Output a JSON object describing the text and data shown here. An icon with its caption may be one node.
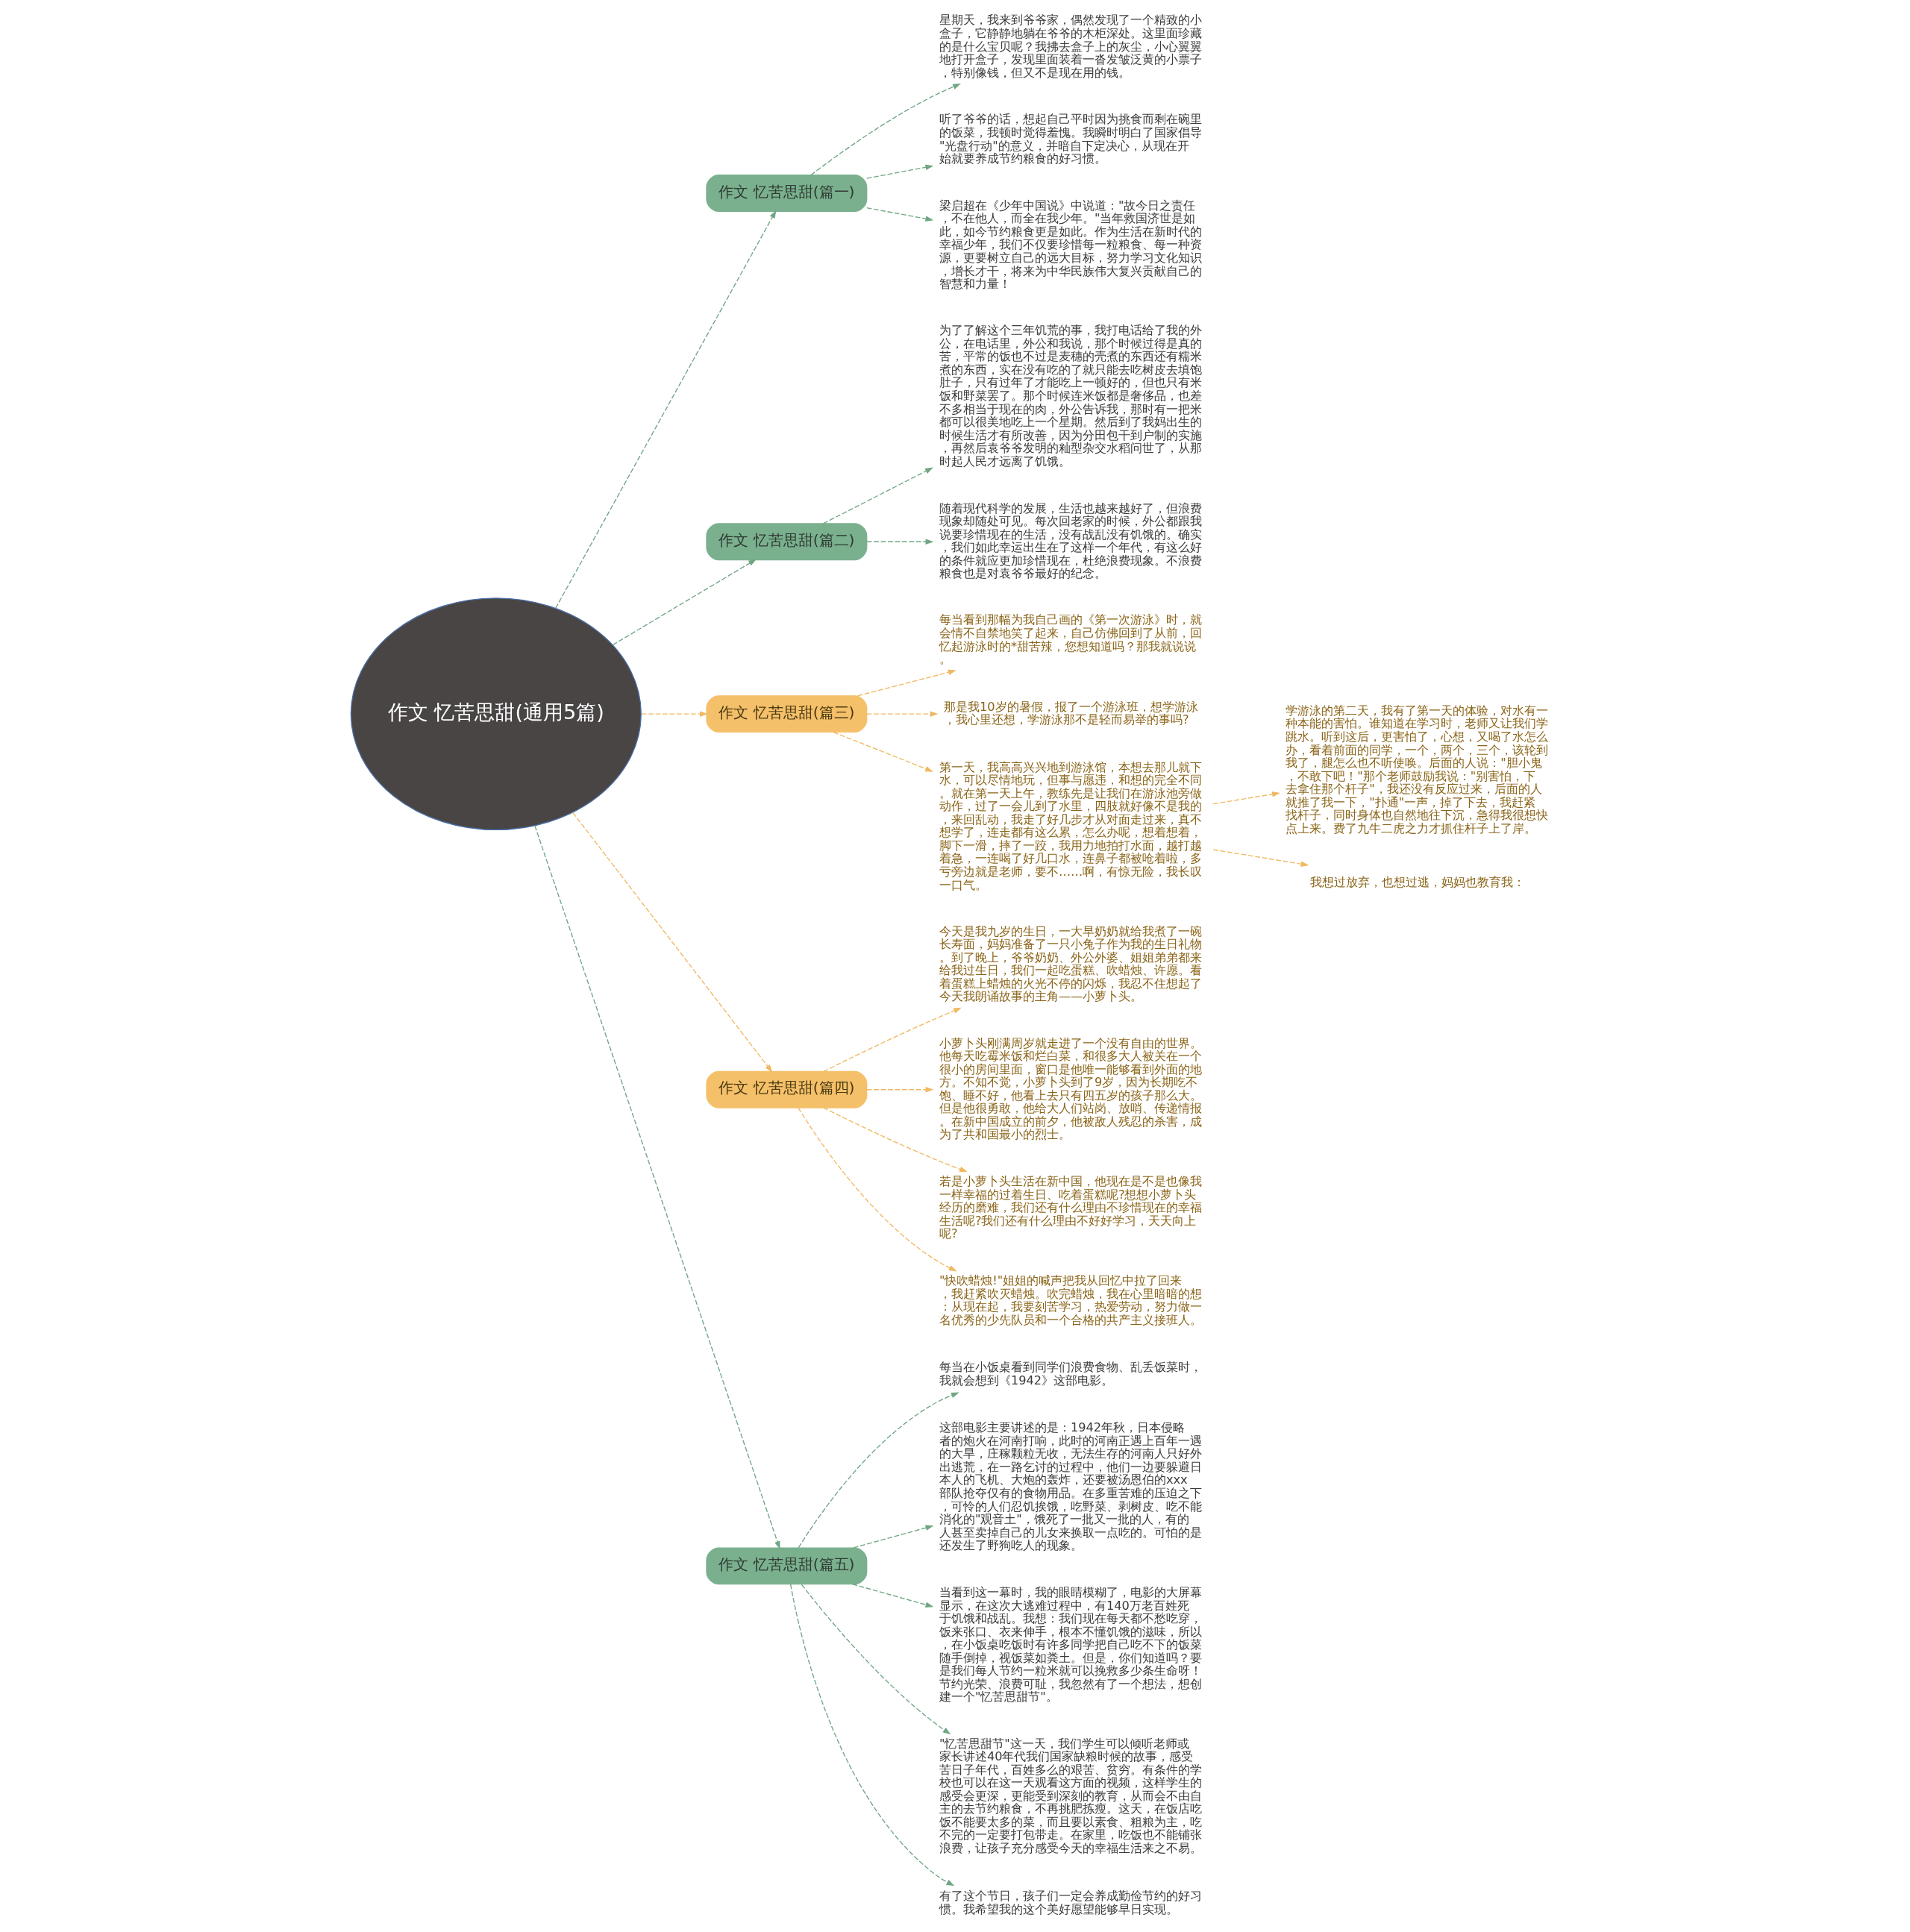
{
  "diagram": {
    "nodes": [
      {
        "text": [
          "作文 忆苦思甜(通用5篇)"
        ]
      },
      {
        "text": [
          "作文 忆苦思甜(篇一)"
        ]
      },
      {
        "text": [
          "星期天，我来到爷爷家，偶然发现了一个精致的小盒子，它静静地躺在爷爷的木柜深处。这里面珍藏的是什么宝贝呢？我拂去盒子上的灰尘，小心翼翼地打开盒子，发现里面装着一沓发皱泛黄的小票子，特别像钱，但又不是现在用的钱。"
        ]
      },
      {
        "text": [
          "听了爷爷的话，想起自己平时因为挑食而剩在碗里的饭菜，我顿时觉得羞愧。我瞬时明白了国家倡导\"光盘行动\"的意义，并暗自下定决心，从现在开始就要养成节约粮食的好习惯。"
        ]
      },
      {
        "text": [
          "梁启超在《少年中国说》中说道：\"故今日之责任，不在他人，而全在我少年。\"当年救国济世是如此，如今节约粮食更是如此。作为生活在新时代的幸福少年，我们不仅要珍惜每一粒粮食、每一种资源，更要树立自己的远大目标，努力学习文化知识，增长才干，将来为中华民族伟大复兴贡献自己的智慧和力量！"
        ]
      },
      {
        "text": [
          "作文 忆苦思甜(篇二)"
        ]
      },
      {
        "text": [
          "为了了解这个三年饥荒的事，我打电话给了我的外公，在电话里，外公和我说，那个时候过得是真的苦，平常的饭也不过是麦穗的壳煮的东西还有糯米煮的东西，实在没有吃的了就只能去吃树皮去填饱肚子，只有过年了才能吃上一顿好的，但也只有米饭和野菜罢了。那个时候连米饭都是奢侈品，也差不多相当于现在的肉，外公告诉我，那时有一把米都可以很美地吃上一个星期。然后到了我妈出生的时候生活才有所改善，因为分田包干到户制的实施，再然后袁爷爷发明的籼型杂交水稻问世了，从那时起人民才远离了饥饿。"
        ]
      },
      {
        "text": [
          "随着现代科学的发展，生活也越来越好了，但浪费现象却随处可见。每次回老家的时候，外公都跟我说要珍惜现在的生活，没有战乱没有饥饿的。确实，我们如此幸运出生在了这样一个年代，有这么好的条件就应更加珍惜现在，杜绝浪费现象。不浪费粮食也是对袁爷爷最好的纪念。"
        ]
      },
      {
        "text": [
          "作文 忆苦思甜(篇三)"
        ]
      },
      {
        "text": [
          "每当看到那幅为我自己画的《第一次游泳》时，就会情不自禁地笑了起来，自己仿佛回到了从前，回忆起游泳时的*甜苦辣，您想知道吗？那我就说说。"
        ]
      },
      {
        "text": [
          "那是我10岁的暑假，报了一个游泳班，想学游泳，我心里还想，学游泳那不是轻而易举的事吗?"
        ]
      },
      {
        "text": [
          "第一天，我高高兴兴地到游泳馆，本想去那儿就下水，可以尽情地玩，但事与愿违，和想的完全不同。就在第一天上午，教练先是让我们在游泳池旁做动作，过了一会儿到了水里，四肢就好像不是我的，来回乱动，我走了好几步才从对面走过来，真不想学了，连走都有这么累，怎么办呢，想着想着，脚下一滑，摔了一跤，我用力地拍打水面，越打越着急，一连喝了好几口水，连鼻子都被呛着啦，多亏旁边就是老师，要不……啊，有惊无险，我长叹一口气。"
        ]
      },
      {
        "text": [
          "学游泳的第二天，我有了第一天的体验，对水有一种本能的害怕。谁知道在学习时，老师又让我们学跳水。听到这后，更害怕了，心想，又喝了水怎么办，看着前面的同学，一个，两个，三个，该轮到我了，腿怎么也不听使唤。后面的人说：\"胆小鬼，不敢下吧！\"那个老师鼓励我说：\"别害怕，下去拿住那个杆子\"，我还没有反应过来，后面的人就推了我一下，\"扑通\"一声，掉了下去，我赶紧找杆子，同时身体也自然地往下沉，急得我很想快点上来。费了九牛二虎之力才抓住杆子上了岸。"
        ]
      },
      {
        "text": [
          "我想过放弃，也想过逃，妈妈也教育我："
        ]
      },
      {
        "text": [
          "作文 忆苦思甜(篇四)"
        ]
      },
      {
        "text": [
          "今天是我九岁的生日，一大早奶奶就给我煮了一碗长寿面，妈妈准备了一只小兔子作为我的生日礼物。到了晚上，爷爷奶奶、外公外婆、姐姐弟弟都来给我过生日，我们一起吃蛋糕、吹蜡烛、许愿。看着蛋糕上蜡烛的火光不停的闪烁，我忍不住想起了今天我朗诵故事的主角——小萝卜头。"
        ]
      },
      {
        "text": [
          "小萝卜头刚满周岁就走进了一个没有自由的世界。他每天吃霉米饭和烂白菜，和很多大人被关在一个很小的房间里面，窗口是他唯一能够看到外面的地方。不知不觉，小萝卜头到了9岁，因为长期吃不饱、睡不好，他看上去只有四五岁的孩子那么大。但是他很勇敢，他给大人们站岗、放哨、传递情报。在新中国成立的前夕，他被敌人残忍的杀害，成为了共和国最小的烈士。"
        ]
      },
      {
        "text": [
          "若是小萝卜头生活在新中国，他现在是不是也像我一样幸福的过着生日、吃着蛋糕呢?想想小萝卜头经历的磨难，我们还有什么理由不珍惜现在的幸福生活呢?我们还有什么理由不好好学习，天天向上呢?"
        ]
      },
      {
        "text": [
          "\"快吹蜡烛!\"姐姐的喊声把我从回忆中拉了回来，我赶紧吹灭蜡烛。吹完蜡烛，我在心里暗暗的想：从现在起，我要刻苦学习，热爱劳动，努力做一名优秀的少先队员和一个合格的共产主义接班人。"
        ]
      },
      {
        "text": [
          "作文 忆苦思甜(篇五)"
        ]
      },
      {
        "text": [
          "每当在小饭桌看到同学们浪费食物、乱丢饭菜时，我就会想到《1942》这部电影。"
        ]
      },
      {
        "text": [
          "这部电影主要讲述的是：1942年秋，日本侵略者的炮火在河南打响，此时的河南正遇上百年一遇的大旱，庄稼颗粒无收，无法生存的河南人只好外出逃荒，在一路乞讨的过程中，他们一边要躲避日本人的飞机、大炮的轰炸，还要被汤恩伯的xxx部队抢夺仅有的食物用品。在多重苦难的压迫之下，可怜的人们忍饥挨饿，吃野菜、剥树皮、吃不能消化的\"观音土\"，饿死了一批又一批的人，有的人甚至卖掉自己的儿女来换取一点吃的。可怕的是还发生了野狗吃人的现象。"
        ]
      },
      {
        "text": [
          "当看到这一幕时，我的眼睛模糊了，电影的大屏幕显示，在这次大逃难过程中，有140万老百姓死于饥饿和战乱。我想：我们现在每天都不愁吃穿，饭来张口、衣来伸手，根本不懂饥饿的滋味，所以，在小饭桌吃饭时有许多同学把自己吃不下的饭菜随手倒掉，视饭菜如粪土。但是，你们知道吗？要是我们每人节约一粒米就可以挽救多少条生命呀！节约光荣、浪费可耻，我忽然有了一个想法，想创建一个\"忆苦思甜节\"。"
        ]
      },
      {
        "text": [
          "\"忆苦思甜节\"这一天，我们学生可以倾听老师或家长讲述40年代我们国家缺粮时候的故事，感受苦日子年代，百姓多么的艰苦、贫穷。有条件的学校也可以在这一天观看这方面的视频，这样学生的感受会更深，更能受到深刻的教育，从而会不由自主的去节约粮食，不再挑肥拣瘦。这天，在饭店吃饭不能要太多的菜，而且要以素食、粗粮为主，吃不完的一定要打包带走。在家里，吃饭也不能铺张浪费，让孩子充分感受今天的幸福生活来之不易。"
        ]
      },
      {
        "text": [
          "有了这个节日，孩子们一定会养成勤俭节约的好习惯。我希望我的这个美好愿望能够早日实现。"
        ]
      }
    ],
    "edges": [
      {
        "from": 0,
        "to": 1,
        "arrow": "to",
        "style": "dashed"
      },
      {
        "from": 1,
        "to": 2,
        "arrow": "to",
        "style": "dashed"
      },
      {
        "from": 1,
        "to": 3,
        "arrow": "to",
        "style": "dashed"
      },
      {
        "from": 1,
        "to": 4,
        "arrow": "to",
        "style": "dashed"
      },
      {
        "from": 0,
        "to": 5,
        "arrow": "to",
        "style": "dashed"
      },
      {
        "from": 5,
        "to": 6,
        "arrow": "to",
        "style": "dashed"
      },
      {
        "from": 5,
        "to": 7,
        "arrow": "to",
        "style": "dashed"
      },
      {
        "from": 0,
        "to": 8,
        "arrow": "to",
        "style": "dashed",
        "color": "#f0b860"
      },
      {
        "from": 8,
        "to": 9,
        "arrow": "to",
        "style": "dashed",
        "color": "#f0b860"
      },
      {
        "from": 8,
        "to": 10,
        "arrow": "to",
        "style": "dashed",
        "color": "#f0b860"
      },
      {
        "from": 8,
        "to": 11,
        "arrow": "to",
        "style": "dashed",
        "color": "#f0b860"
      },
      {
        "from": 11,
        "to": 12,
        "arrow": "to",
        "style": "dashed",
        "color": "#f0b860"
      },
      {
        "from": 11,
        "to": 13,
        "arrow": "to",
        "style": "dashed",
        "color": "#f0b860"
      },
      {
        "from": 0,
        "to": 14,
        "arrow": "to",
        "style": "dashed",
        "color": "#f0b860"
      },
      {
        "from": 14,
        "to": 15,
        "arrow": "to",
        "style": "dashed",
        "color": "#f0b860"
      },
      {
        "from": 14,
        "to": 16,
        "arrow": "to",
        "style": "dashed",
        "color": "#f0b860"
      },
      {
        "from": 14,
        "to": 17,
        "arrow": "to",
        "style": "dashed",
        "color": "#f0b860"
      },
      {
        "from": 14,
        "to": 18,
        "arrow": "to",
        "style": "dashed",
        "color": "#f0b860"
      },
      {
        "from": 0,
        "to": 19,
        "arrow": "to",
        "style": "dashed"
      },
      {
        "from": 19,
        "to": 20,
        "arrow": "to",
        "style": "dashed"
      },
      {
        "from": 19,
        "to": 21,
        "arrow": "to",
        "style": "dashed"
      },
      {
        "from": 19,
        "to": 22,
        "arrow": "to",
        "style": "dashed"
      },
      {
        "from": 19,
        "to": 23,
        "arrow": "to",
        "style": "dashed"
      },
      {
        "from": 19,
        "to": 24,
        "arrow": "to",
        "style": "dashed"
      }
    ]
  }
}
